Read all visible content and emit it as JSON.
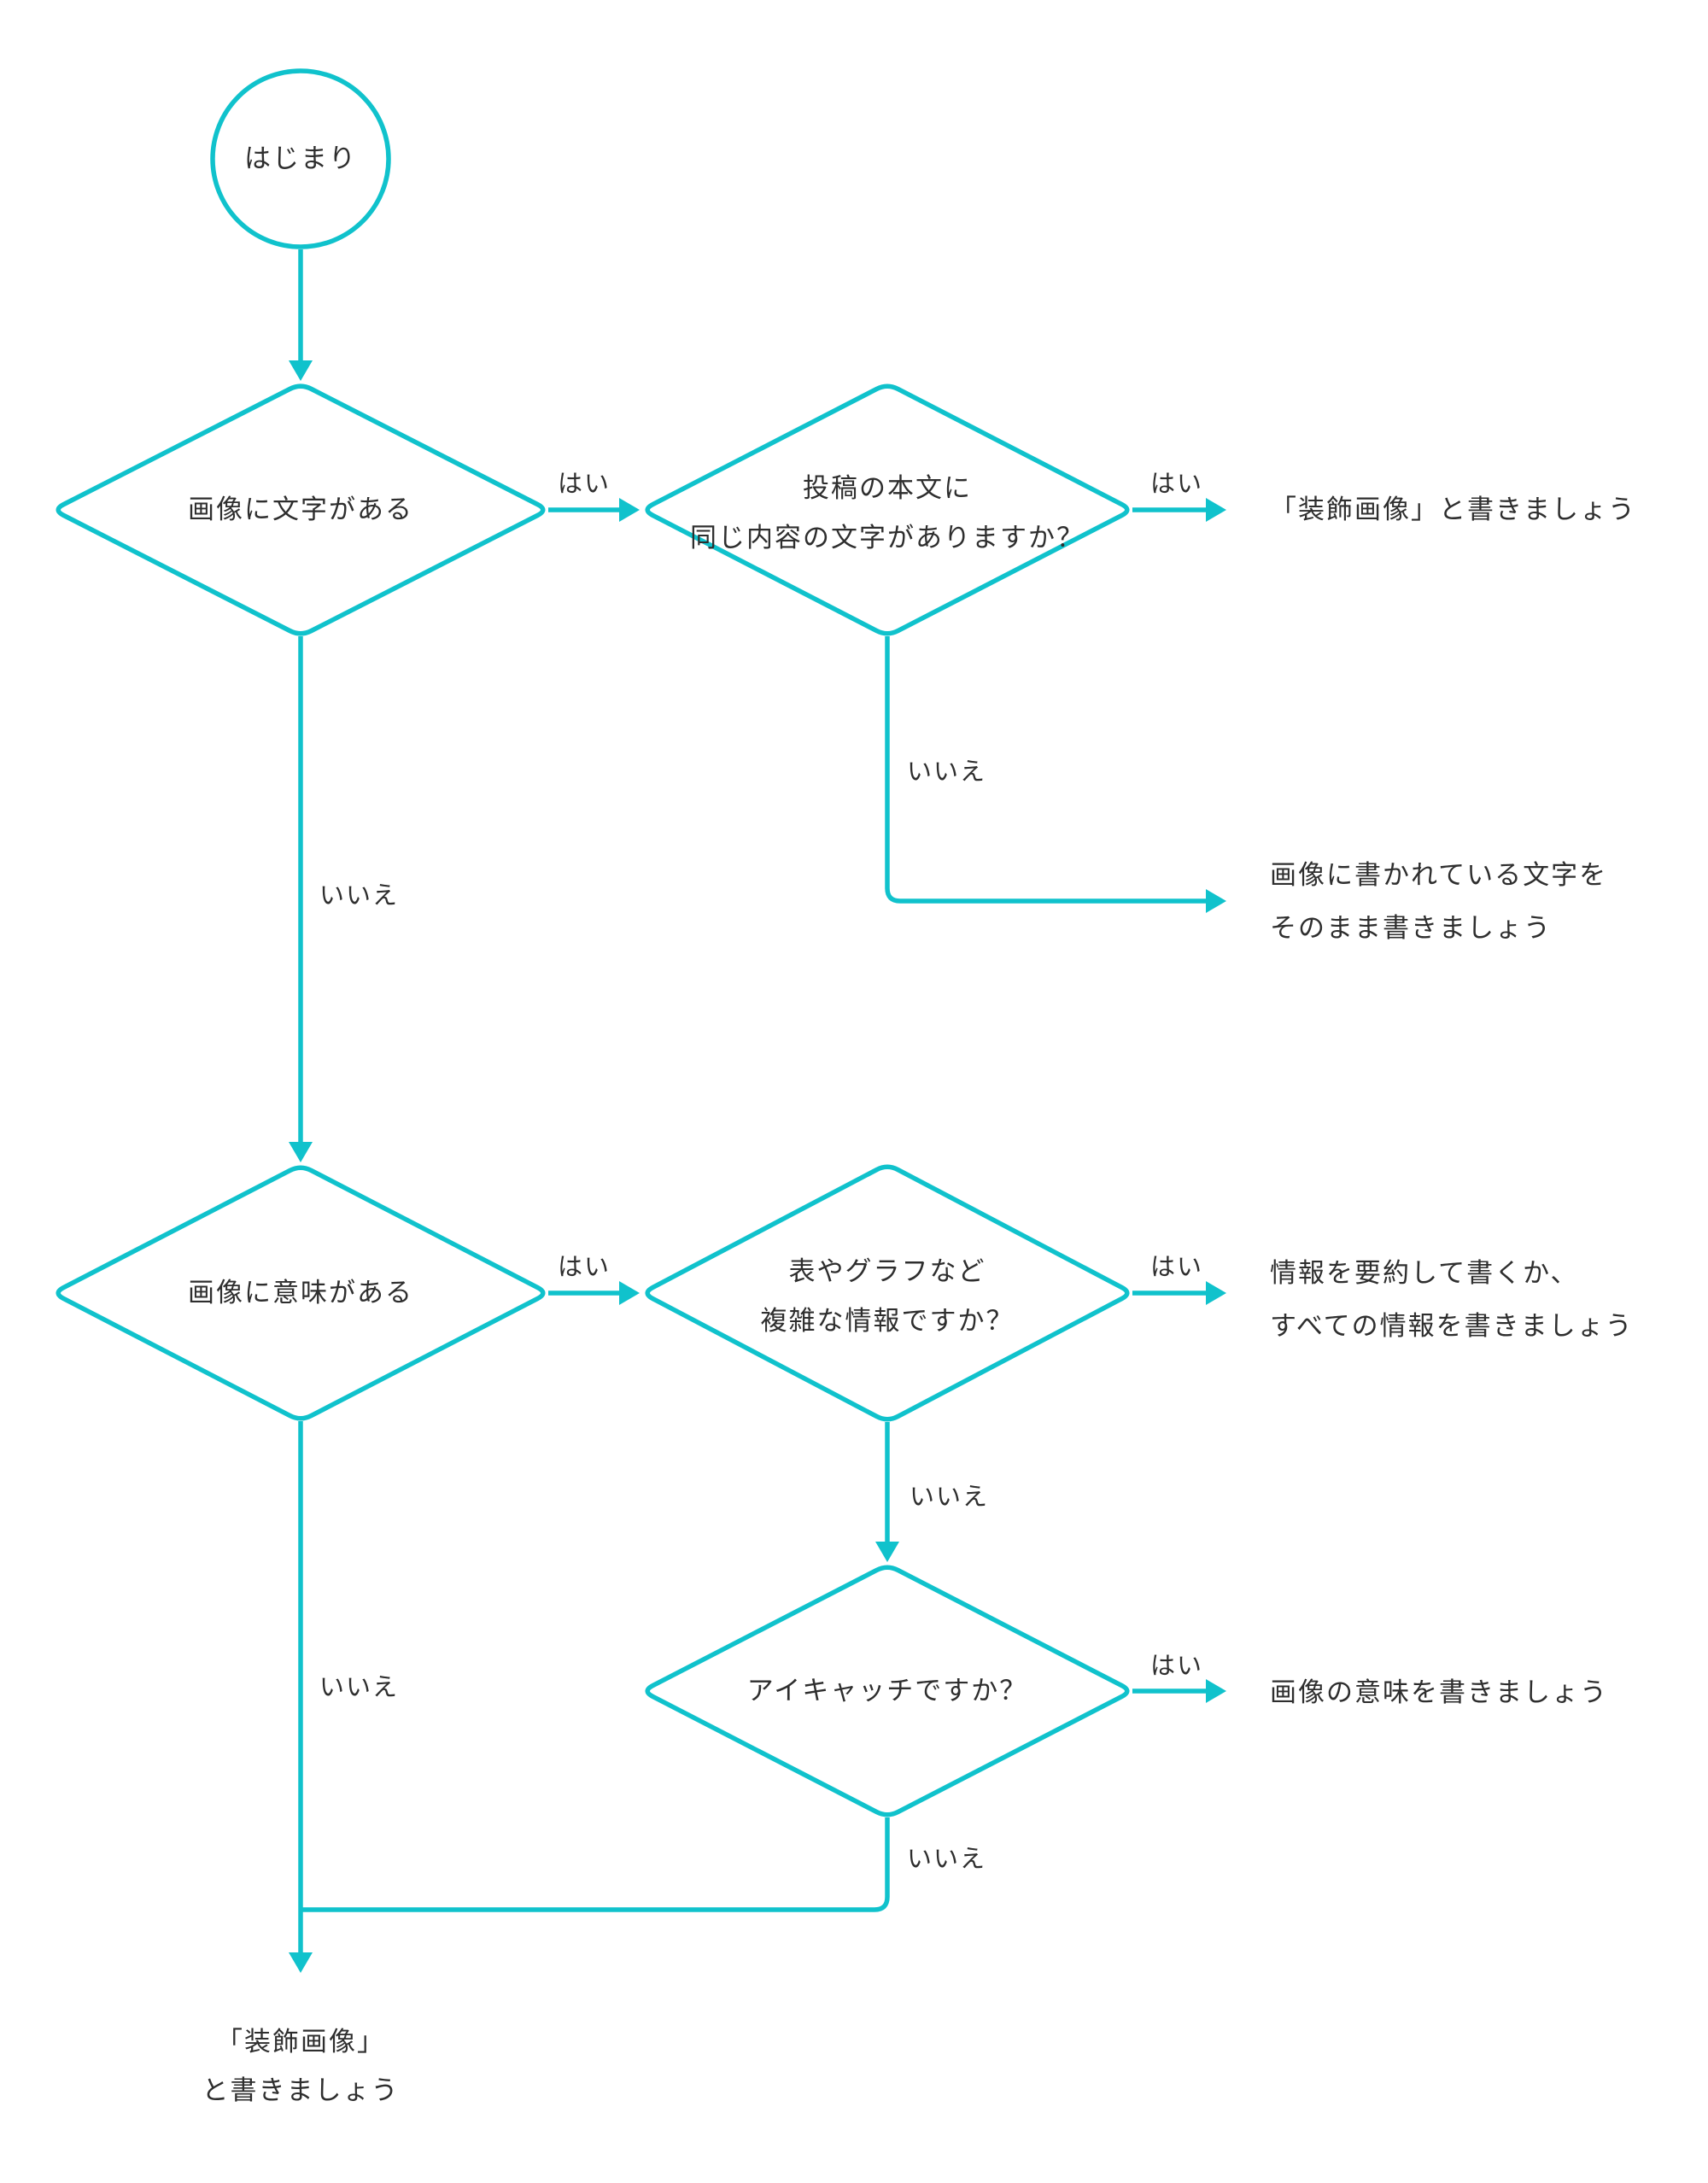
{
  "colors": {
    "line": "#10c2cc",
    "text": "#2e2e2e",
    "background": "#ffffff"
  },
  "flowchart": {
    "start": {
      "label": "はじまり"
    },
    "decisions": {
      "has_text": {
        "label": "画像に文字がある"
      },
      "same_text_in_body": {
        "line1": "投稿の本文に",
        "line2": "同じ内容の文字がありますか？"
      },
      "has_meaning": {
        "label": "画像に意味がある"
      },
      "complex_info": {
        "line1": "表やグラフなど",
        "line2": "複雑な情報ですか？"
      },
      "eye_catch": {
        "label": "アイキャッチですか？"
      }
    },
    "results": {
      "decorative_top": {
        "text": "「装飾画像」と書きましょう"
      },
      "write_text_verbatim": {
        "line1": "画像に書かれている文字を",
        "line2": "そのまま書きましょう"
      },
      "summarize_or_all": {
        "line1": "情報を要約して書くか、",
        "line2": "すべての情報を書きましょう"
      },
      "write_meaning": {
        "text": "画像の意味を書きましょう"
      },
      "decorative_bottom": {
        "line1": "「装飾画像」",
        "line2": "と書きましょう"
      }
    },
    "edge_labels": {
      "yes": "はい",
      "no": "いいえ"
    }
  }
}
